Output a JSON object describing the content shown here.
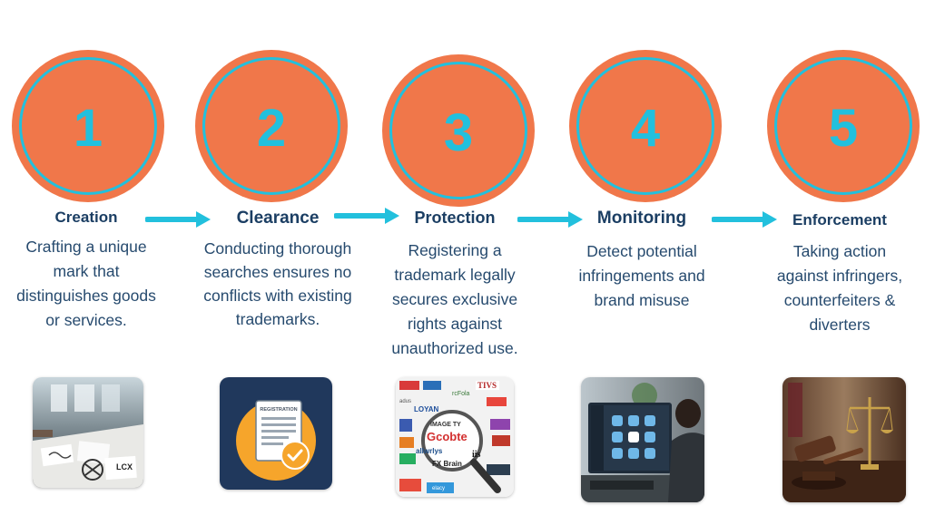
{
  "steps": [
    {
      "number": "1",
      "title": "Creation",
      "desc": [
        "Crafting a unique",
        "mark that",
        "distinguishes goods",
        "or services."
      ],
      "image_icon": "logo-sketches-on-desk-image"
    },
    {
      "number": "2",
      "title": "Clearance",
      "desc": [
        "Conducting thorough",
        "searches ensures no",
        "conflicts with existing",
        "trademarks."
      ],
      "image_icon": "registration-document-icon",
      "image_label": "REGISTRATION"
    },
    {
      "number": "3",
      "title": "Protection",
      "desc": [
        "Registering a",
        "trademark legally",
        "secures exclusive",
        "rights against",
        "unauthorized use."
      ],
      "image_icon": "magnifier-over-logos-image",
      "image_words": [
        "TIVS",
        "LOYAN",
        "IMAGE TY",
        "Gcobte",
        "allwrlys",
        "iis",
        "FX Brain",
        "elacy",
        "rcFola",
        "adus"
      ]
    },
    {
      "number": "4",
      "title": "Monitoring",
      "desc": [
        "Detect potential",
        "infringements and",
        "brand misuse"
      ],
      "image_icon": "computer-monitoring-image"
    },
    {
      "number": "5",
      "title": "Enforcement",
      "desc": [
        "Taking action",
        "against infringers,",
        "counterfeiters &",
        "diverters"
      ],
      "image_icon": "gavel-and-scales-image"
    }
  ],
  "colors": {
    "circle": "#f0774a",
    "ring": "#22c0dd",
    "title": "#1b3e63",
    "text": "#264a6e",
    "arrow": "#22c0dd"
  },
  "arrow_icon": "right-arrow-icon"
}
